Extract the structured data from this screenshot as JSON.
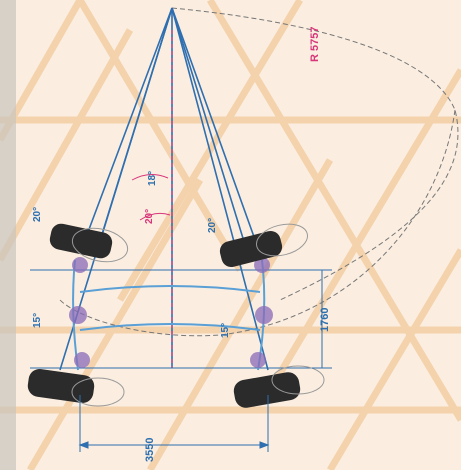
{
  "colors": {
    "background": "#fbeee0",
    "pattern": "#f3d2ac",
    "construction_line": "#2f6fb0",
    "dimension_text": "#2d6fae",
    "radius_text": "#d8357a",
    "tyre": "#2b2b2b",
    "axle": "#5aa0d6"
  },
  "labels": {
    "radius": "R 5757",
    "wheelbase": "3550",
    "track": "1760",
    "angle_front_left": "20°",
    "angle_front_right": "20°",
    "angle_rear_left": "15°",
    "angle_rear_right": "15°",
    "angle_center_outer": "18°",
    "angle_center_inner": "20°"
  },
  "icons": {
    "tyre": "tyre-icon",
    "suspension": "suspension-icon"
  }
}
